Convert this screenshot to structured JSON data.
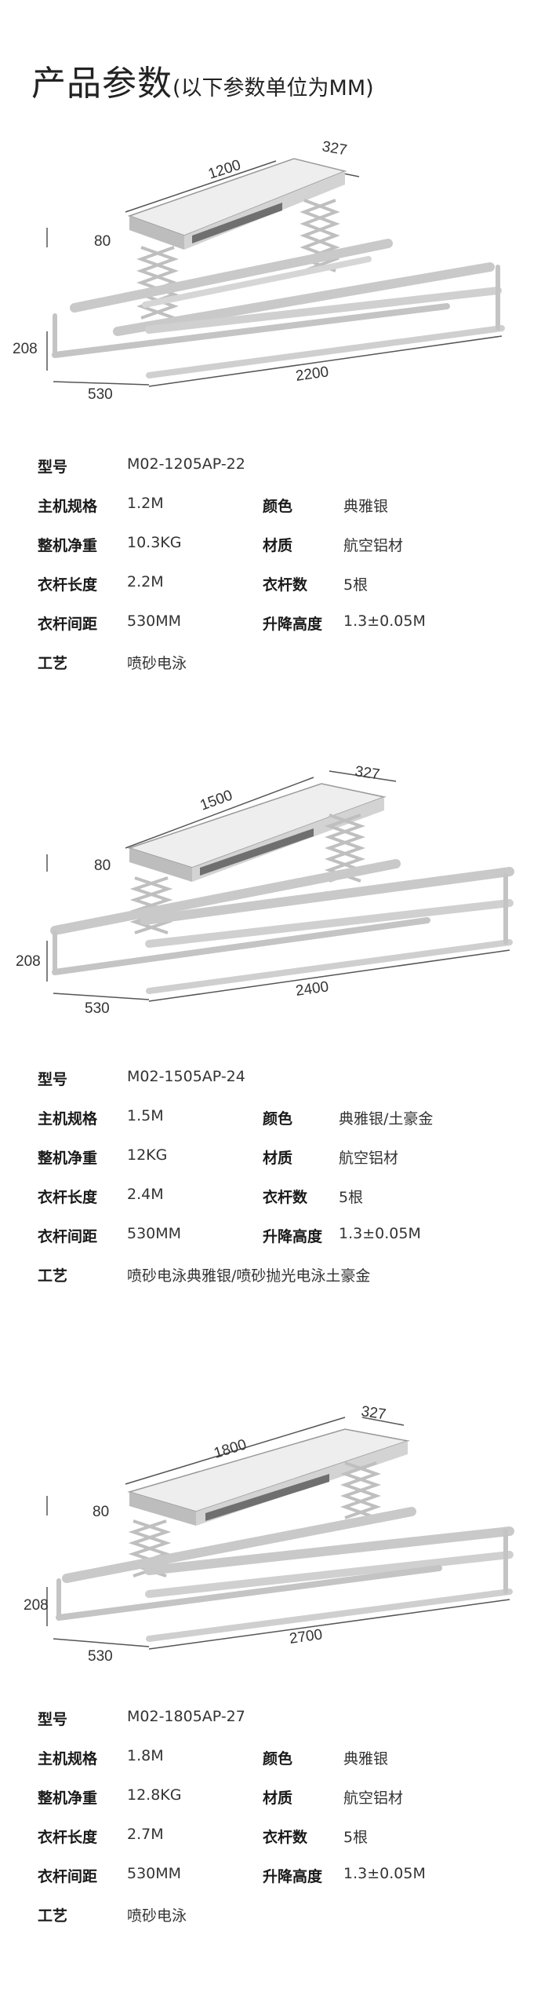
{
  "title": {
    "main": "产品参数",
    "sub": "(以下参数单位为MM)"
  },
  "labels": {
    "model": "型号",
    "host_spec": "主机规格",
    "color": "颜色",
    "weight": "整机净重",
    "material": "材质",
    "rod_length": "衣杆长度",
    "rod_count": "衣杆数",
    "rod_spacing": "衣杆间距",
    "lift_height": "升降高度",
    "process": "工艺"
  },
  "products": [
    {
      "dims": {
        "length": "1200",
        "depth": "327",
        "height": "80",
        "side": "208",
        "spacing": "530",
        "rod": "2200"
      },
      "model": "M02-1205AP-22",
      "host_spec": "1.2M",
      "color": "典雅银",
      "weight": "10.3KG",
      "material": "航空铝材",
      "rod_length": "2.2M",
      "rod_count": "5根",
      "rod_spacing": "530MM",
      "lift_height": "1.3±0.05M",
      "process": "喷砂电泳"
    },
    {
      "dims": {
        "length": "1500",
        "depth": "327",
        "height": "80",
        "side": "208",
        "spacing": "530",
        "rod": "2400"
      },
      "model": "M02-1505AP-24",
      "host_spec": "1.5M",
      "color": "典雅银/土豪金",
      "weight": "12KG",
      "material": "航空铝材",
      "rod_length": "2.4M",
      "rod_count": "5根",
      "rod_spacing": "530MM",
      "lift_height": "1.3±0.05M",
      "process": "喷砂电泳典雅银/喷砂抛光电泳土豪金"
    },
    {
      "dims": {
        "length": "1800",
        "depth": "327",
        "height": "80",
        "side": "208",
        "spacing": "530",
        "rod": "2700"
      },
      "model": "M02-1805AP-27",
      "host_spec": "1.8M",
      "color": "典雅银",
      "weight": "12.8KG",
      "material": "航空铝材",
      "rod_length": "2.7M",
      "rod_count": "5根",
      "rod_spacing": "530MM",
      "lift_height": "1.3±0.05M",
      "process": "喷砂电泳"
    }
  ]
}
